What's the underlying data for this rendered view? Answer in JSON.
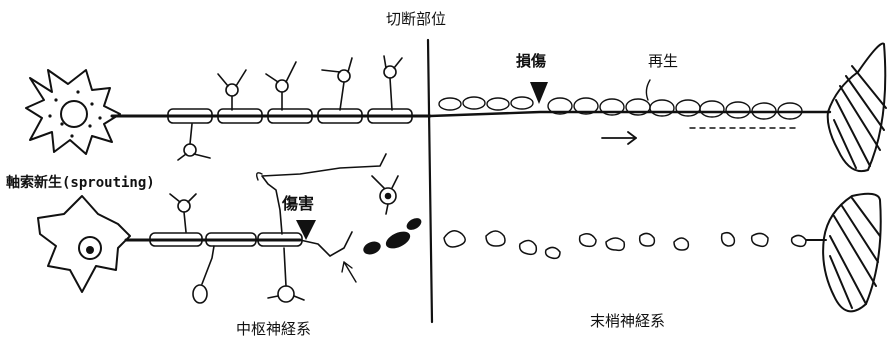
{
  "labels": {
    "cut_site": "切断部位",
    "damage_peripheral": "損傷",
    "regeneration": "再生",
    "sprouting": "軸索新生(sprouting)",
    "damage_central": "傷害",
    "cns": "中枢神経系",
    "pns": "末梢神経系"
  },
  "colors": {
    "ink": "#111111",
    "background": "#ffffff"
  }
}
